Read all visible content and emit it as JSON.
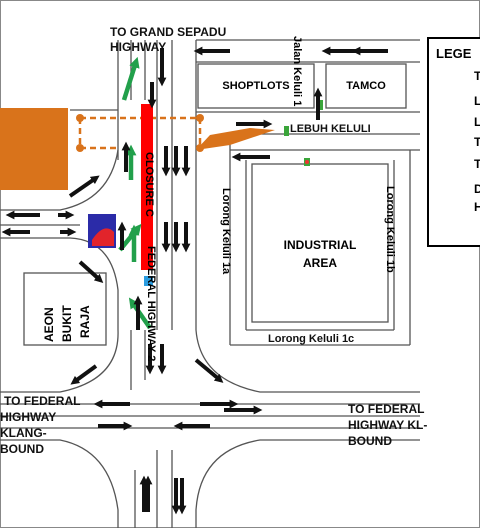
{
  "labels": {
    "grand_sepadu_line1": "TO GRAND SEPADU",
    "grand_sepadu_line2": "HIGHWAY",
    "jalan_keluli_1": "Jalan Keluli 1",
    "lebuh_keluli": "LEBUH KELULI",
    "lorong_keluli_1a": "Lorong Keluli 1a",
    "lorong_keluli_1b": "Lorong Keluli 1b",
    "lorong_keluli_1c": "Lorong Keluli 1c",
    "federal_highway_2": "FEDERAL HIGHWAY 2",
    "closure": "CLOSURE C",
    "left_road_line1": "TO FEDERAL",
    "left_road_line2": "HIGHWAY",
    "left_road_line3": "KLANG-",
    "left_road_line4": "BOUND",
    "right_road_line1": "TO FEDERAL",
    "right_road_line2": "HIGHWAY KL-",
    "right_road_line3": "BOUND"
  },
  "buildings": {
    "shoplots": "SHOPTLOTS",
    "tamco": "TAMCO",
    "industrial_line1": "INDUSTRIAL",
    "industrial_line2": "AREA",
    "aeon_line1": "AEON",
    "aeon_line2": "BUKIT",
    "aeon_line3": "RAJA"
  },
  "legend": {
    "title": "LEGE",
    "items": [
      {
        "icon": "traffic-light-icon",
        "text": "T"
      },
      {
        "icon": "red-closure-swatch",
        "text": "L"
      },
      {
        "icon": "orange-area-swatch",
        "text": "L"
      },
      {
        "icon": "black-arrow-icon",
        "text": "T"
      },
      {
        "icon": "blue-sign-icon",
        "text": "T"
      },
      {
        "icon": "green-arrow-icon",
        "text": "D"
      },
      {
        "icon": "green-arrow-icon-continued",
        "text": "H"
      },
      {
        "icon": "orange-dashed-line-icon",
        "text": ""
      }
    ]
  },
  "colors": {
    "closure_red": "#ff0000",
    "orange": "#d9731b",
    "detour_green": "#22a04b",
    "sign_blue": "#2a7fd4",
    "road_line": "#666666"
  }
}
